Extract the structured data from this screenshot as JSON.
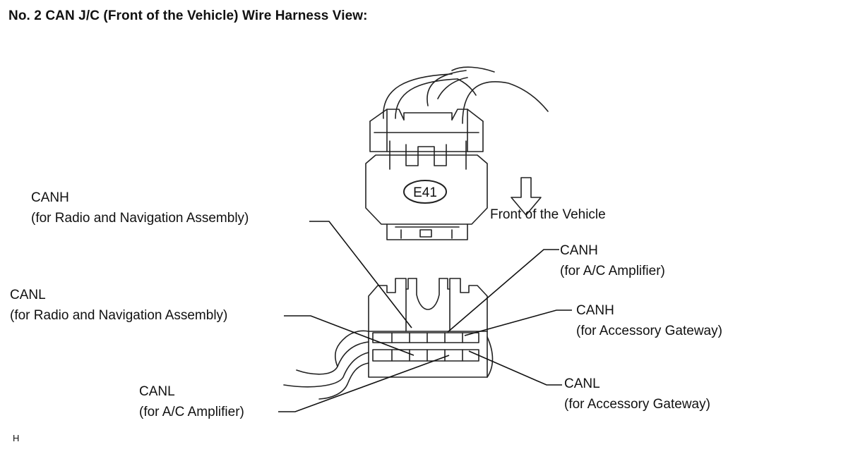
{
  "title": "No. 2 CAN J/C (Front of the Vehicle) Wire Harness View:",
  "connector_code": "E41",
  "direction_label": "Front of the Vehicle",
  "callouts": {
    "canh_radio": {
      "line1": "CANH",
      "line2": "(for Radio and Navigation Assembly)"
    },
    "canl_radio": {
      "line1": "CANL",
      "line2": "(for Radio and Navigation Assembly)"
    },
    "canh_ac": {
      "line1": "CANH",
      "line2": "(for A/C Amplifier)"
    },
    "canh_gateway": {
      "line1": "CANH",
      "line2": "(for Accessory Gateway)"
    },
    "canl_ac": {
      "line1": "CANL",
      "line2": "(for A/C Amplifier)"
    },
    "canl_gateway": {
      "line1": "CANL",
      "line2": "(for Accessory Gateway)"
    }
  },
  "footer_mark": "H"
}
